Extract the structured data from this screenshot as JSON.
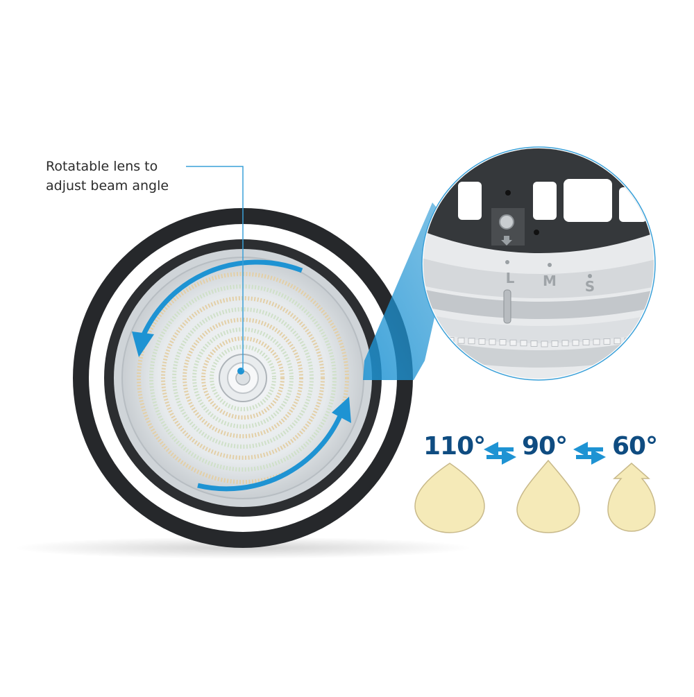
{
  "callout": {
    "line1": "Rotatable lens to",
    "line2": "adjust beam angle"
  },
  "detail": {
    "scale_marks": [
      "L",
      "M",
      "S"
    ]
  },
  "beam_angles": [
    {
      "label": "110°"
    },
    {
      "label": "90°"
    },
    {
      "label": "60°"
    }
  ],
  "icons": {
    "rotation": "rotation-arrow-icon",
    "swap": "swap-arrows-icon",
    "locking-screw": "screw-icon",
    "down-arrow": "down-arrow-icon"
  },
  "colors": {
    "accent_blue": "#1e93d3",
    "label_navy": "#0f4c81",
    "housing": "#2a2c2f",
    "beam_fill": "#f5eab8",
    "beam_stroke": "#c8b98a"
  }
}
